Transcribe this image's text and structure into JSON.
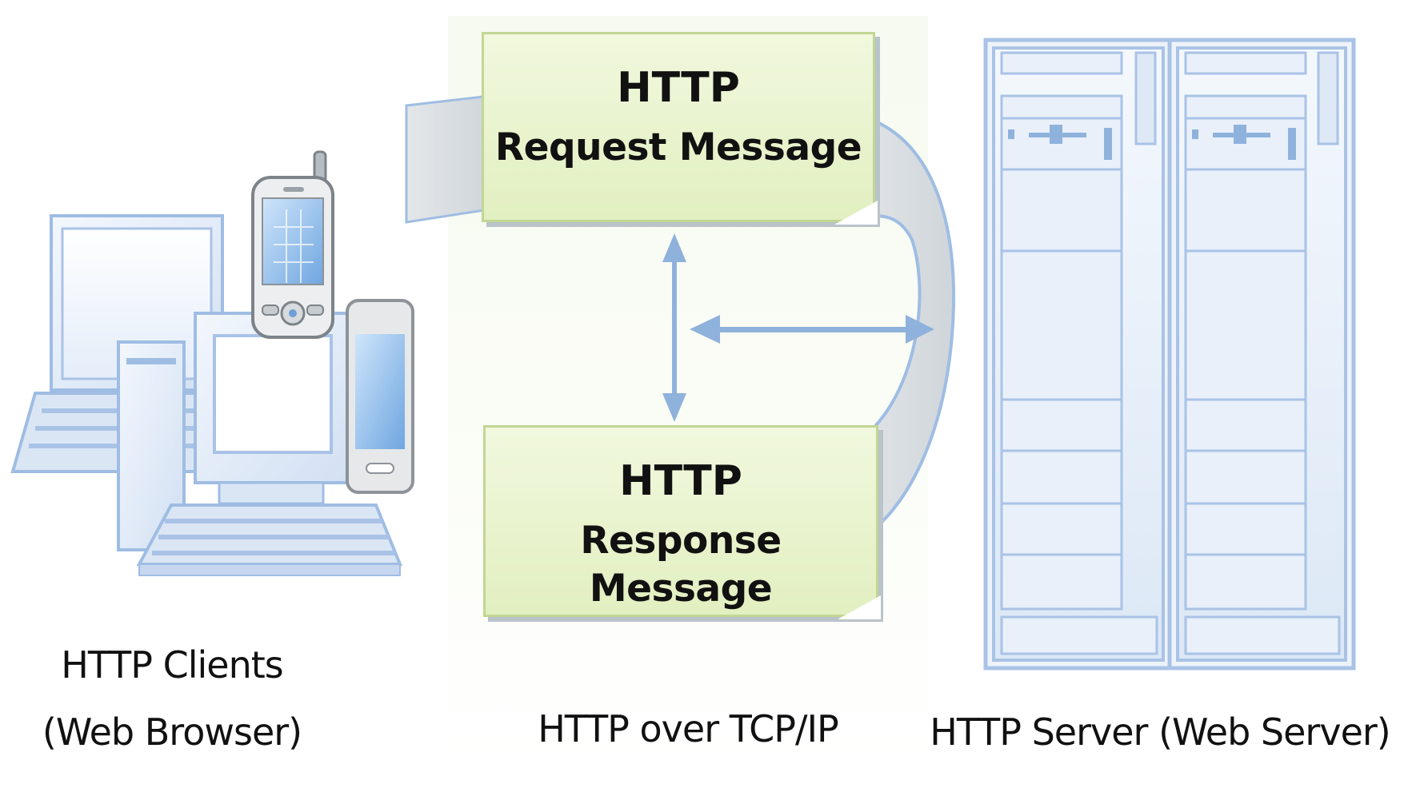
{
  "request_box": {
    "line1": "HTTP",
    "line2": "Request Message"
  },
  "response_box": {
    "line1": "HTTP",
    "line2": "Response Message"
  },
  "captions": {
    "clients_line1": "HTTP Clients",
    "clients_line2": "(Web Browser)",
    "transport": "HTTP over TCP/IP",
    "server": "HTTP Server (Web Server)"
  },
  "icons": [
    "laptop-icon",
    "pda-phone-icon",
    "desktop-computer-icon",
    "smartphone-icon",
    "server-rack-icon",
    "double-arrow-icon"
  ],
  "colors": {
    "box_fill": "#e8f3cd",
    "box_border": "#c2d694",
    "device_blue": "#a9c3e6",
    "arrow_blue": "#8fb2dc"
  }
}
